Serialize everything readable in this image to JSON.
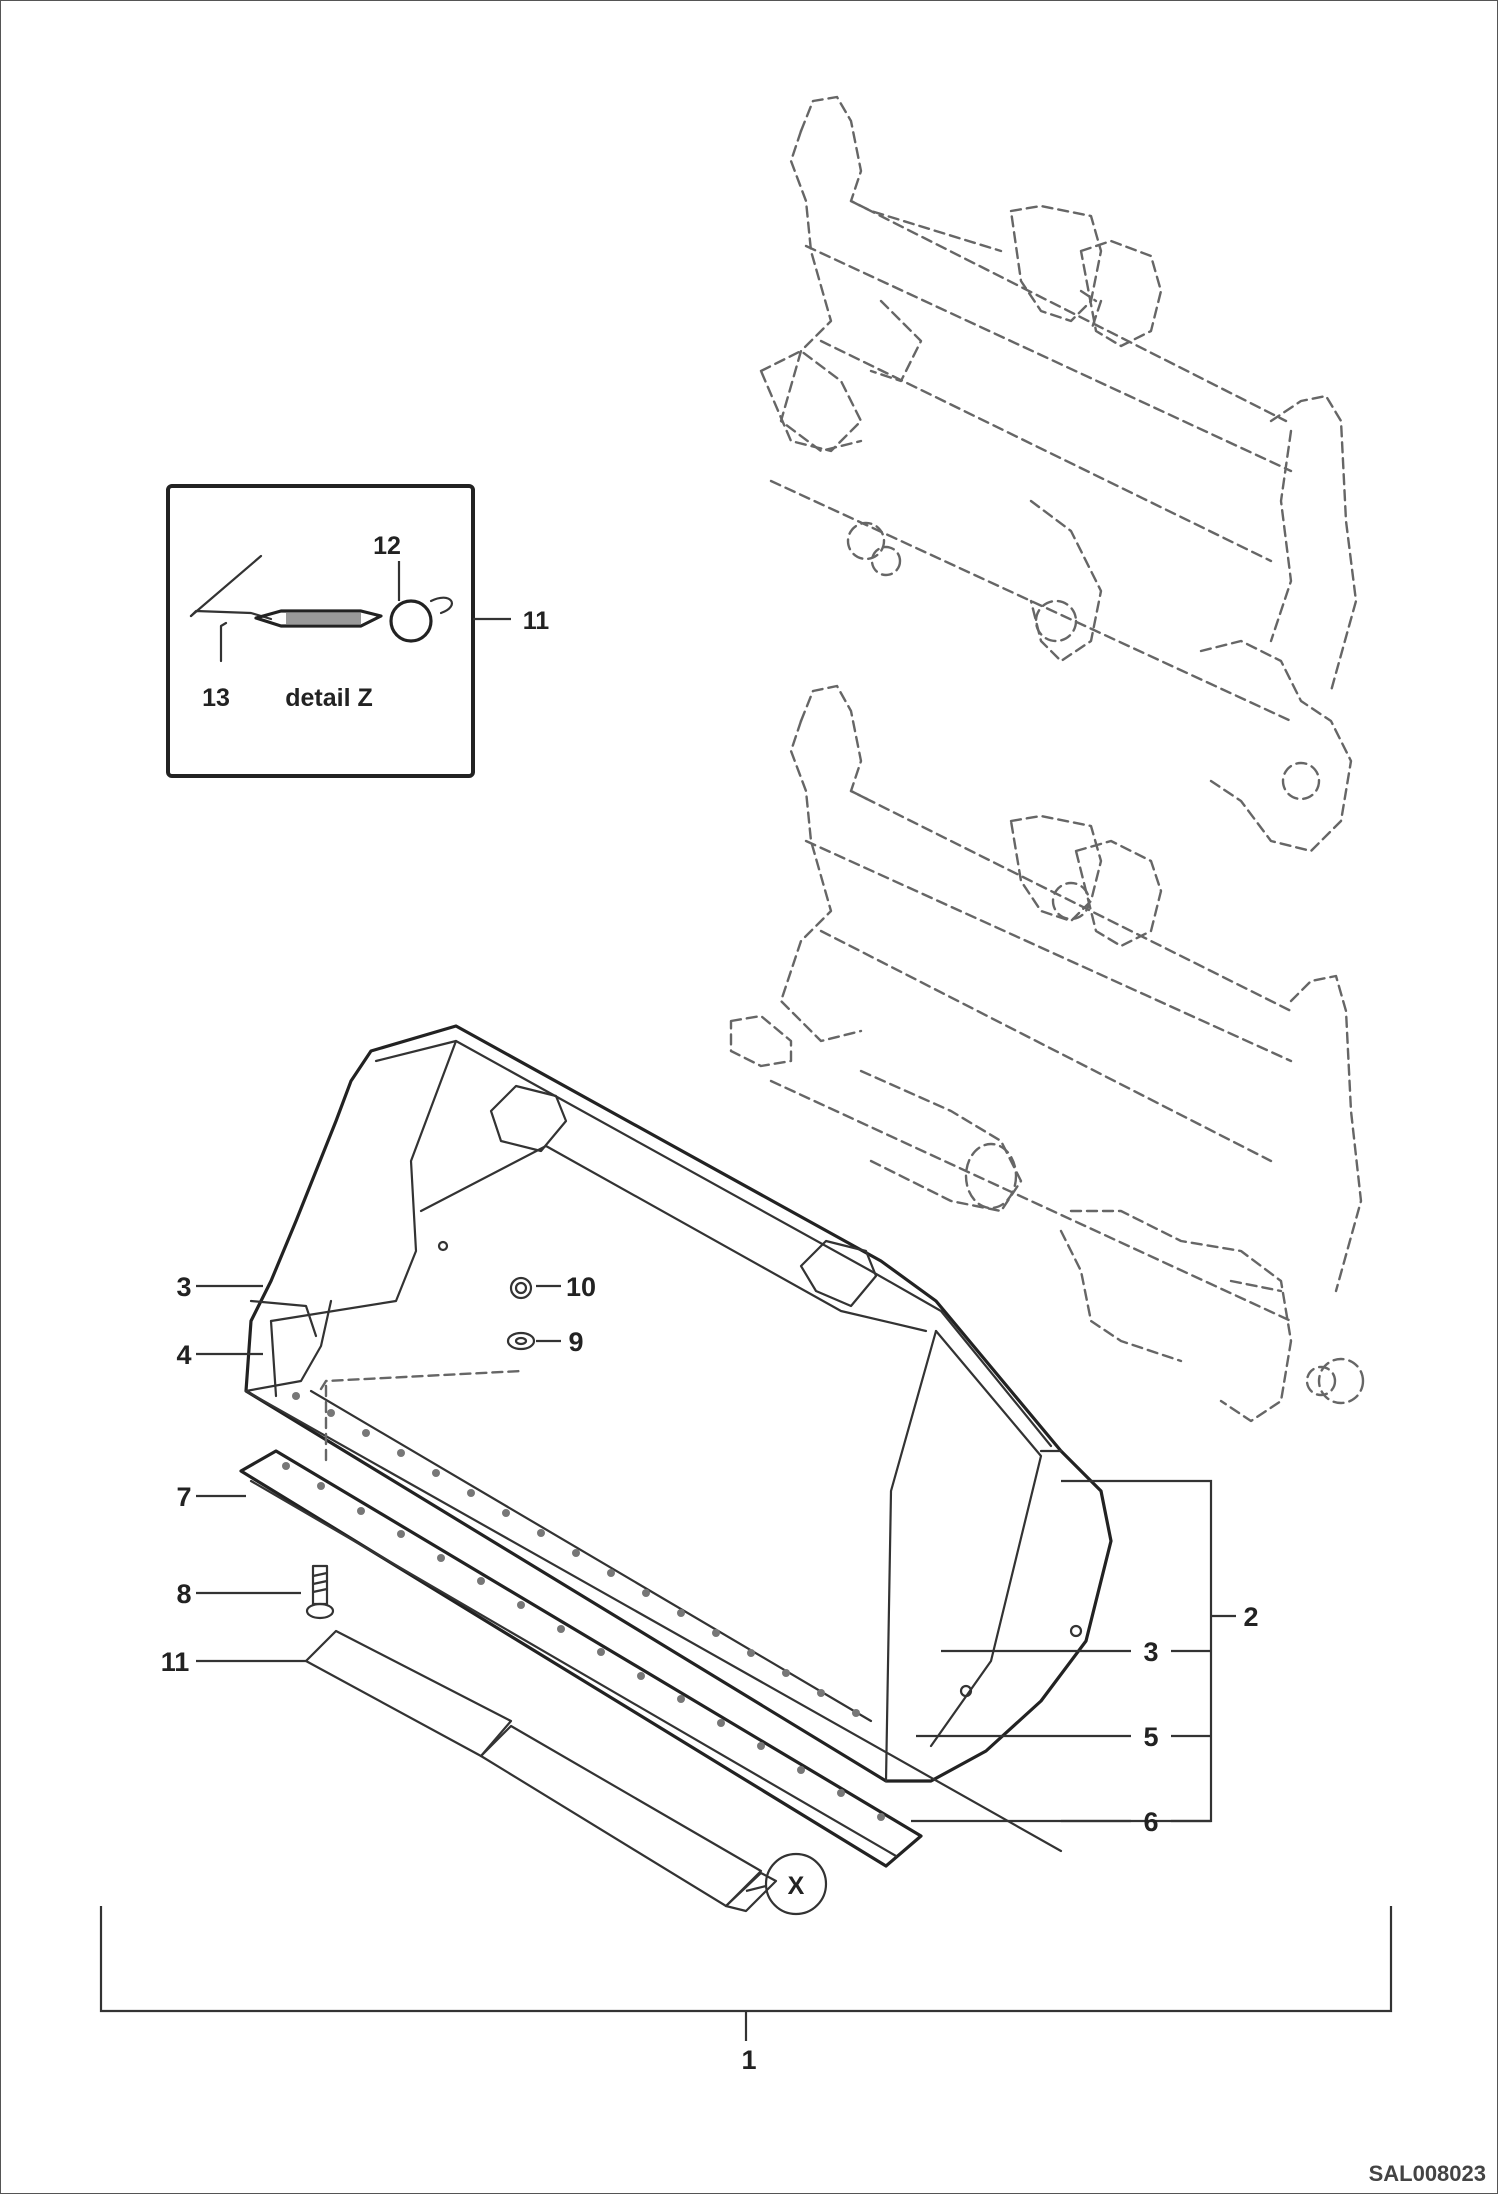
{
  "drawing_code": "SAL008023",
  "detail_box": {
    "title": "detail Z",
    "labels": [
      "12",
      "13",
      "11"
    ]
  },
  "callouts": {
    "c1": "1",
    "c2": "2",
    "c3_left": "3",
    "c3_right": "3",
    "c4": "4",
    "c5": "5",
    "c6": "6",
    "c7": "7",
    "c8": "8",
    "c9": "9",
    "c10": "10",
    "c11": "11",
    "detail_ref": "X"
  }
}
